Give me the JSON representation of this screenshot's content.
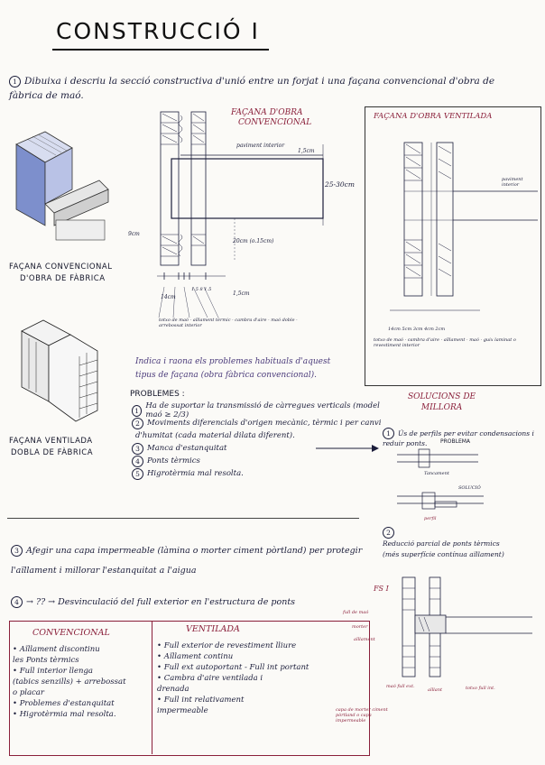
{
  "title": "CONSTRUCCIÓ I",
  "q1": {
    "num": "1",
    "text_line1": "Dibuixa i descriu la secció constructiva d'unió entre un forjat i una façana convencional d'obra de",
    "text_line2": "fàbrica de maó."
  },
  "iso_labels": {
    "convencional_1": "FAÇANA CONVENCIONAL",
    "convencional_2": "D'OBRA DE FÀBRICA",
    "ventilada_1": "FAÇANA VENTILADA",
    "ventilada_2": "DOBLA DE FÀBRICA"
  },
  "section_conv": {
    "title_1": "FAÇANA D'OBRA",
    "title_2": "CONVENCIONAL",
    "paviment": "paviment interior",
    "dim_top": "1,5cm",
    "dim_height": "25-30cm",
    "dim_left": "9cm",
    "dim_bottom": "20cm (o.15cm)",
    "dim_14": "14cm",
    "dim_15": "1,5cm",
    "dim_vals": "1.5 8 1.5",
    "labels": [
      "totxo de maó",
      "aïllament tèrmic",
      "cambra d'aire",
      "maó doble",
      "arrebossat interior"
    ]
  },
  "section_vent": {
    "title": "FAÇANA D'OBRA VENTILADA",
    "paviment": "paviment interior",
    "dims": "14cm  5cm  3cm  4cm  2cm",
    "labels": [
      "totxo de maó",
      "cambra d'aire",
      "aïllament",
      "maó",
      "guix laminat o revestiment interior"
    ]
  },
  "q2": {
    "intro_1": "Indica i raona els problemes habituals d'aquest",
    "intro_2": "tipus de façana (obra fàbrica convencional).",
    "heading": "PROBLEMES :",
    "items": [
      {
        "n": "1",
        "text": "Ha de suportar la transmissió de càrregues verticals (model maó ≥ 2/3)"
      },
      {
        "n": "2",
        "text": "Moviments diferencials d'origen mecànic, tèrmic i per canvi"
      },
      {
        "n": "",
        "text": "d'humitat (cada material dilata diferent)."
      },
      {
        "n": "3",
        "text": "Manca d'estanquitat"
      },
      {
        "n": "4",
        "text": "Ponts tèrmics"
      },
      {
        "n": "5",
        "text": "Higrotèrmia mal resolta."
      }
    ]
  },
  "solutions": {
    "title_1": "SOLUCIONS DE",
    "title_2": "MILLORA",
    "s1_num": "1",
    "s1_text": "Ús de perfils per evitar condensacions i reduir ponts.",
    "problema": "PROBLEMA",
    "solucio": "SOLUCIÓ",
    "tancament": "Tancament",
    "perfil": "perfil",
    "s2_num": "2",
    "s2_text_1": "Reducció parcial de ponts tèrmics",
    "s2_text_2": "(més superfície contínua aïllament)"
  },
  "q3": {
    "num": "3",
    "text_1": "Afegir una capa impermeable (làmina o morter ciment pòrtland) per protegir",
    "text_2": "l'aïllament i millorar l'estanquitat a l'aigua"
  },
  "q4": {
    "num": "4",
    "text": "→ ?? → Desvinculació del full exterior en l'estructura de ponts"
  },
  "compare": {
    "conv_title": "CONVENCIONAL",
    "conv_items": [
      "• Aïllament discontinu",
      "  les Ponts tèrmics",
      "• Full interior llenga",
      "  (tabics senzills) + arrebossat",
      "  o placar",
      "• Problemes d'estanquitat",
      "• Higrotèrmia mal resolta."
    ],
    "vent_title": "VENTILADA",
    "vent_items": [
      "• Full exterior de revestiment lliure",
      "• Aïllament continu",
      "• Full ext autoportant - Full int portant",
      "• Cambra d'aire ventilada i",
      "  drenada",
      "• Full int relativament",
      "  impermeable"
    ]
  },
  "detail": {
    "fsi": "FS I",
    "labels": [
      "full de maó",
      "morter",
      "aïllament",
      "capa de morter ciment pòrtland o capa impermeable",
      "maó full ext.",
      "aïllant",
      "totxo full int."
    ]
  },
  "colors": {
    "ink": "#1b1d3a",
    "red": "#8a1f3a",
    "iso_blue": "#5a6fb8",
    "paper": "#fbfaf7"
  }
}
